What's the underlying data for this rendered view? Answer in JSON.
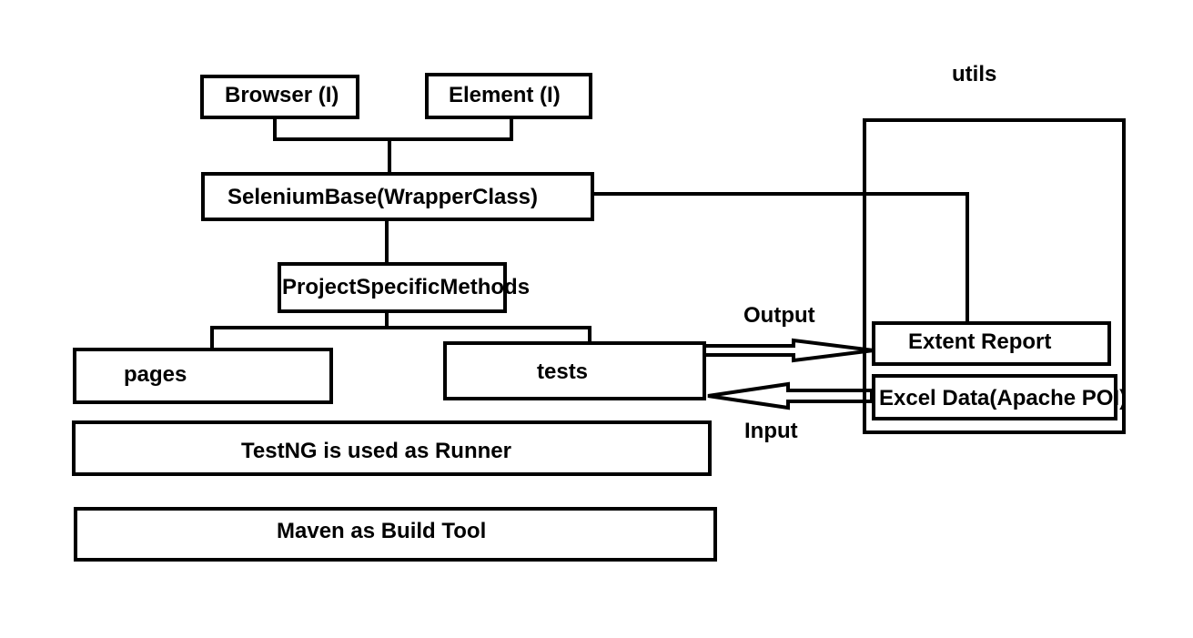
{
  "diagram": {
    "nodes": {
      "browser": "Browser (I)",
      "element": "Element (I)",
      "selenium_base": "SeleniumBase(WrapperClass)",
      "project_specific_methods": "ProjectSpecificMethods",
      "pages": "pages",
      "tests": "tests",
      "testng": "TestNG is used as Runner",
      "maven": "Maven as Build Tool",
      "utils": "utils",
      "extent_report": "Extent Report",
      "excel_data": "Excel Data(Apache POI)"
    },
    "edges": {
      "output_label": "Output",
      "input_label": "Input"
    }
  }
}
